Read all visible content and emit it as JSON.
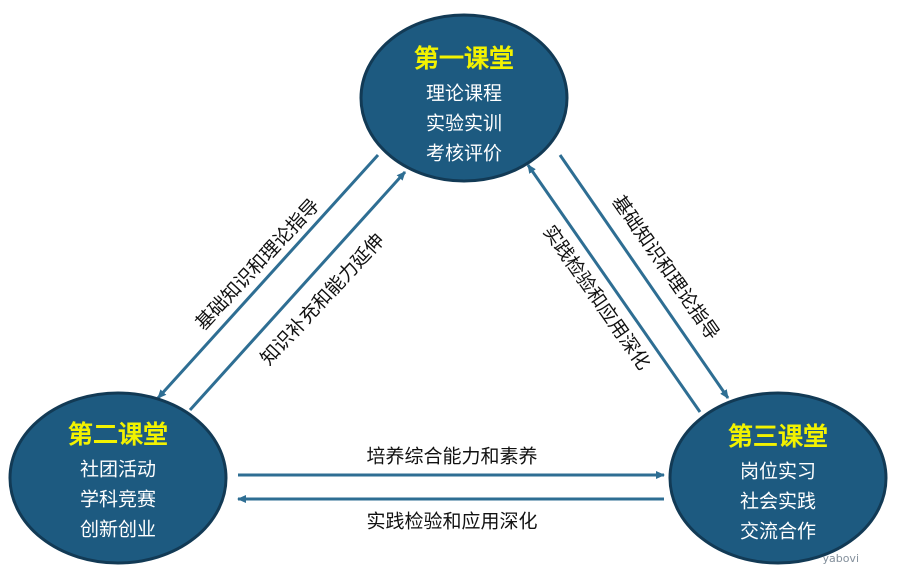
{
  "nodes": {
    "first": {
      "title": "第一课堂",
      "items": [
        "理论课程",
        "实验实训",
        "考核评价"
      ]
    },
    "second": {
      "title": "第二课堂",
      "items": [
        "社团活动",
        "学科竞赛",
        "创新创业"
      ]
    },
    "third": {
      "title": "第三课堂",
      "items": [
        "岗位实习",
        "社会实践",
        "交流合作"
      ]
    }
  },
  "edges": {
    "first_to_second": "基础知识和理论指导",
    "second_to_first": "知识补充和能力延伸",
    "first_to_third": "基础知识和理论指导",
    "third_to_first": "实践检验和应用深化",
    "second_to_third": "培养综合能力和素养",
    "third_to_second": "实践检验和应用深化"
  },
  "watermark": "yabovi",
  "colors": {
    "node_fill": "#1d5a80",
    "node_stroke": "#123a55",
    "title": "#f2f200",
    "item_text": "#ffffff",
    "arrow": "#2e6e93"
  }
}
